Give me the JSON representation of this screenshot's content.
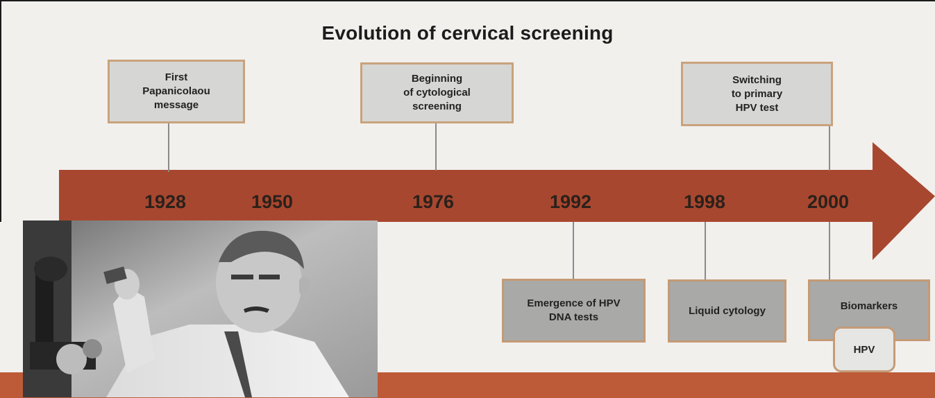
{
  "title": "Evolution of cervical screening",
  "timeline": {
    "years": [
      "1928",
      "1950",
      "1976",
      "1992",
      "1998",
      "2000"
    ],
    "arrow_color": "#a8472f"
  },
  "milestones_top": [
    {
      "year": "1928",
      "text": "First\nPapanicolaou\nmessage"
    },
    {
      "year": "1976",
      "text": "Beginning\nof cytological\nscreening"
    },
    {
      "year": "2000",
      "text": "Switching\nto primary\nHPV test"
    }
  ],
  "milestones_bottom": [
    {
      "year": "1992",
      "text": "Emergence of HPV\nDNA tests"
    },
    {
      "year": "1998",
      "text": "Liquid cytology"
    },
    {
      "year": "2000",
      "text": "Biomarkers"
    }
  ],
  "hpv_tab": "HPV",
  "photo": {
    "icon": "scientist-microscope-photo",
    "style": "black-and-white"
  },
  "colors": {
    "background": "#f1f0ed",
    "box_border": "#c9a27c",
    "top_box_fill": "#d6d6d4",
    "bottom_box_fill": "#a9a9a7",
    "band": "#bd5a37"
  }
}
